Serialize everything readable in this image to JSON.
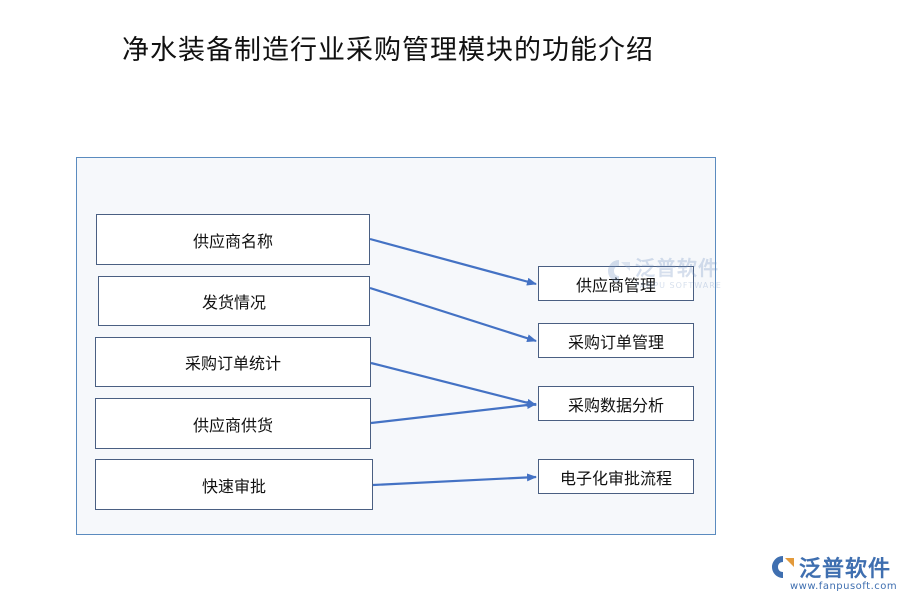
{
  "title": "净水装备制造行业采购管理模块的功能介绍",
  "left_items": [
    "供应商名称",
    "发货情况",
    "采购订单统计",
    "供应商供货",
    "快速审批"
  ],
  "right_items": [
    "供应商管理",
    "采购订单管理",
    "采购数据分析",
    "电子化审批流程"
  ],
  "watermark": {
    "main": "泛普软件",
    "sub": "FANPU SOFTWARE"
  },
  "logo": {
    "main": "泛普软件",
    "url": "www.fanpusoft.com"
  },
  "colors": {
    "arrow": "#4472c4",
    "panel_border": "#5b8bbf",
    "box_border": "#4a5f82",
    "logo": "#3f6fb0"
  }
}
